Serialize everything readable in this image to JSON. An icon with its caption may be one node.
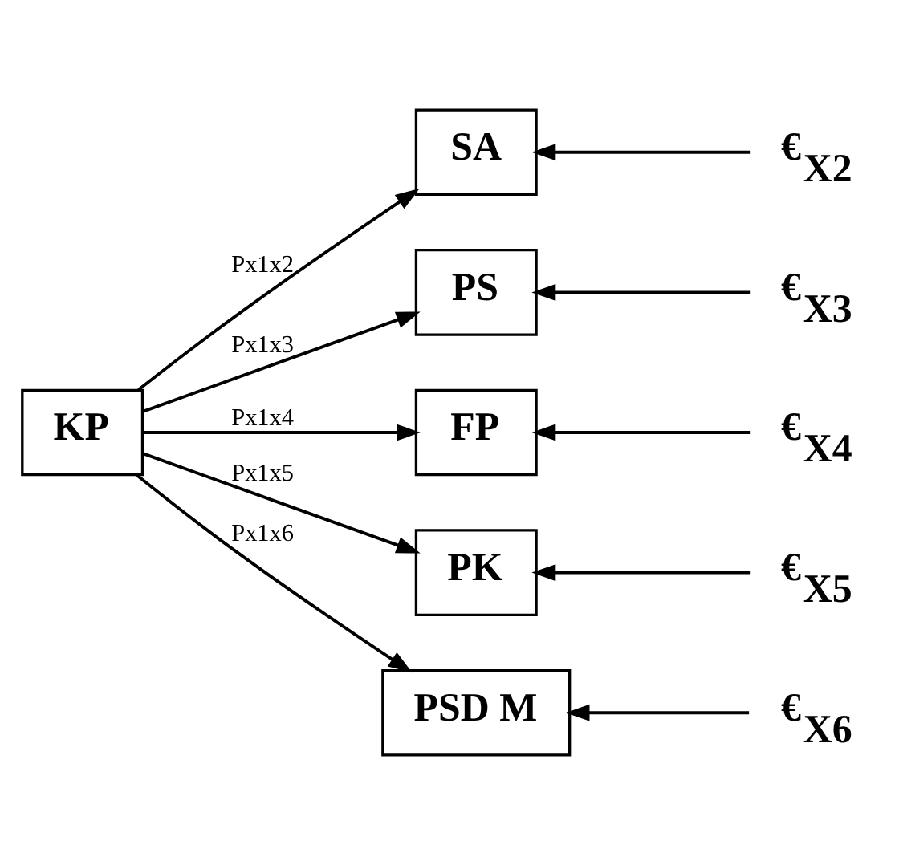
{
  "diagram": {
    "nodes": [
      {
        "text": [
          "KP"
        ]
      },
      {
        "text": [
          "SA"
        ]
      },
      {
        "text": [
          "PS"
        ]
      },
      {
        "text": [
          "FP"
        ]
      },
      {
        "text": [
          "PK"
        ]
      },
      {
        "text": [
          "PSD M"
        ]
      },
      {
        "text": [
          "€$_{X2}$"
        ]
      },
      {
        "text": [
          "€$_{X3}$"
        ]
      },
      {
        "text": [
          "€$_{X4}$"
        ]
      },
      {
        "text": [
          "€$_{X5}$"
        ]
      },
      {
        "text": [
          "€$_{X6}$"
        ]
      }
    ],
    "edges": [
      {
        "from": 0,
        "to": 1,
        "arrow": "to",
        "label": "Px1x2"
      },
      {
        "from": 0,
        "to": 2,
        "arrow": "to",
        "label": "Px1x3"
      },
      {
        "from": 0,
        "to": 3,
        "arrow": "to",
        "label": "Px1x4"
      },
      {
        "from": 0,
        "to": 4,
        "arrow": "to",
        "label": "Px1x5"
      },
      {
        "from": 0,
        "to": 5,
        "arrow": "to",
        "label": "Px1x6"
      },
      {
        "from": 6,
        "to": 1,
        "arrow": "to"
      },
      {
        "from": 7,
        "to": 2,
        "arrow": "to"
      },
      {
        "from": 8,
        "to": 3,
        "arrow": "to"
      },
      {
        "from": 9,
        "to": 4,
        "arrow": "to"
      },
      {
        "from": 10,
        "to": 5,
        "arrow": "to"
      }
    ]
  }
}
